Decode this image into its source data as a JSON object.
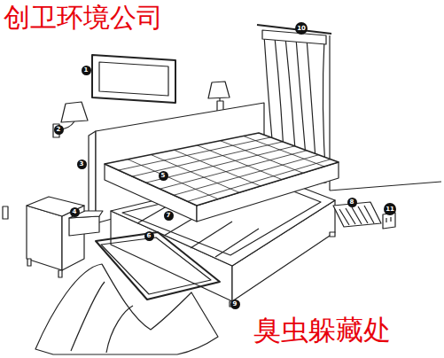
{
  "diagram": {
    "caption": "臭虫躲藏处",
    "nodes": [
      {
        "text": [
          "1"
        ]
      },
      {
        "text": [
          "2"
        ]
      },
      {
        "text": [
          "3"
        ]
      },
      {
        "text": [
          "4"
        ]
      },
      {
        "text": [
          "5"
        ]
      },
      {
        "text": [
          "6"
        ]
      },
      {
        "text": [
          "7"
        ]
      },
      {
        "text": [
          "8"
        ]
      },
      {
        "text": [
          "9"
        ]
      },
      {
        "text": [
          "10"
        ]
      },
      {
        "text": [
          "11"
        ]
      }
    ],
    "labels": [
      "创卫环境公司"
    ]
  }
}
